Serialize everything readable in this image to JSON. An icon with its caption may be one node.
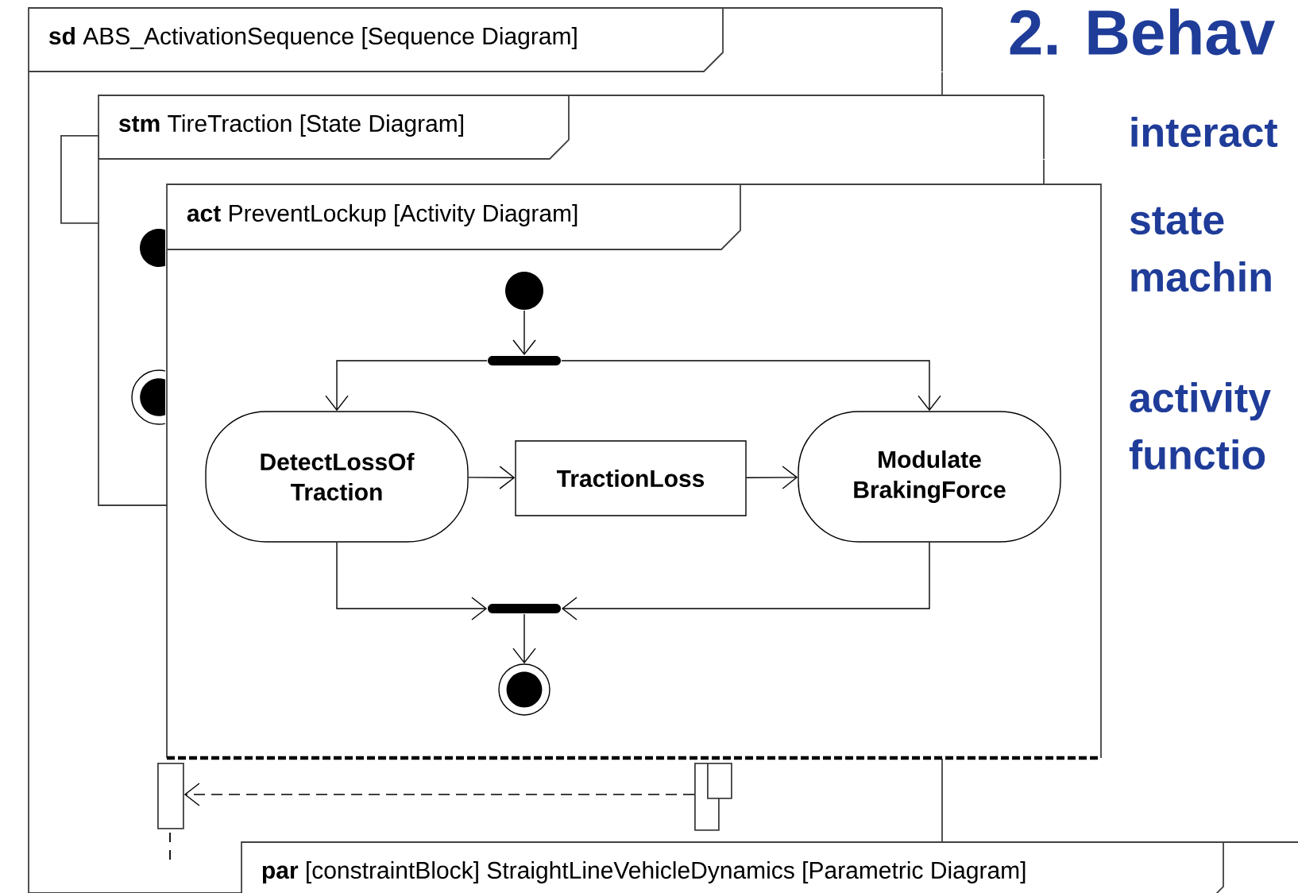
{
  "diagram": {
    "title": "2. Behav",
    "nodes": [
      {
        "text": [
          "**sd** ABS_ActivationSequence [Sequence Diagram]"
        ]
      },
      {
        "text": [
          "**stm** TireTraction [State Diagram]"
        ]
      },
      {
        "text": [],
        "shape": "box"
      },
      {
        "text": [],
        "shape": "circle"
      },
      {
        "text": [],
        "shape": "bullseye"
      },
      {
        "text": [
          "**act** PreventLockup [Activity Diagram]"
        ]
      },
      {
        "text": [],
        "shape": "circle",
        "in": 5
      },
      {
        "text": [],
        "shape": "bar",
        "in": 5
      },
      {
        "text": [
          "DetectLossOf Traction"
        ],
        "in": 5
      },
      {
        "text": [
          "TractionLoss"
        ],
        "in": 5
      },
      {
        "text": [
          "Modulate BrakingForce"
        ],
        "in": 5
      },
      {
        "text": [],
        "shape": "bar",
        "in": 5
      },
      {
        "text": [],
        "shape": "bullseye",
        "in": 5
      },
      {
        "text": [],
        "shape": "box"
      },
      {
        "text": [],
        "shape": "box"
      },
      {
        "text": [],
        "shape": "box"
      },
      {
        "text": [
          "**par** [constraintBlock] StraightLineVehicleDynamics [Parametric Diagram]"
        ]
      }
    ],
    "edges": [
      {
        "from": 6,
        "to": 7,
        "arrow": "to"
      },
      {
        "from": 7,
        "to": 8,
        "arrow": "to"
      },
      {
        "from": 7,
        "to": 10,
        "arrow": "to"
      },
      {
        "from": 8,
        "to": 9,
        "arrow": "to"
      },
      {
        "from": 9,
        "to": 10,
        "arrow": "to"
      },
      {
        "from": 8,
        "to": 11,
        "arrow": "to"
      },
      {
        "from": 10,
        "to": 11,
        "arrow": "to"
      },
      {
        "from": 11,
        "to": 12,
        "arrow": "to"
      },
      {
        "from": 14,
        "to": 13,
        "arrow": "to",
        "style": "dashed"
      }
    ],
    "labels": [
      "interact",
      "state machin",
      "activity functio"
    ]
  }
}
